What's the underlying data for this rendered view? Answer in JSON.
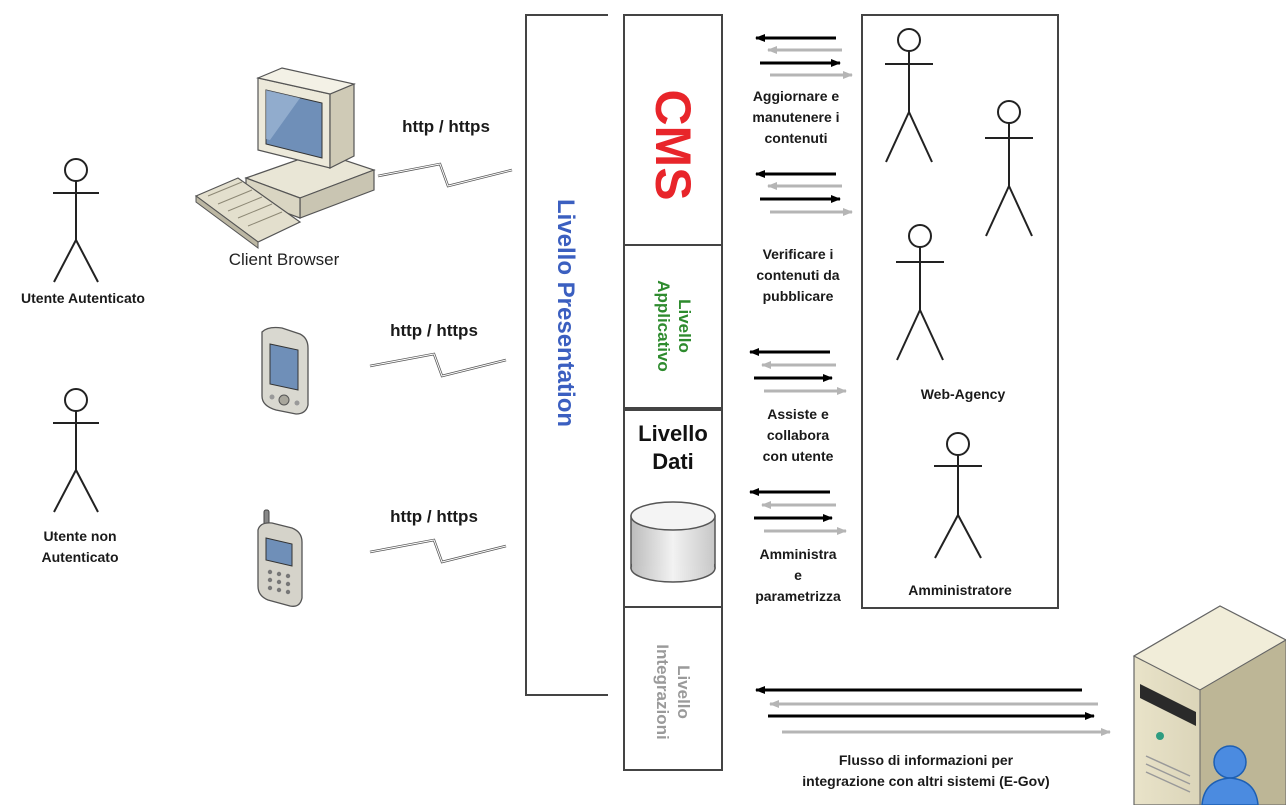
{
  "actors": {
    "auth_user": "Utente Autenticato",
    "anon_user_line1": "Utente non",
    "anon_user_line2": "Autenticato",
    "web_agency": "Web-Agency",
    "admin": "Amministratore"
  },
  "client": {
    "browser_label": "Client Browser",
    "protocol": "http / https"
  },
  "layers": {
    "presentation": "Livello Presentation",
    "cms": "CMS",
    "applicativo_line1": "Livello",
    "applicativo_line2": "Applicativo",
    "dati_line1": "Livello",
    "dati_line2": "Dati",
    "integrazioni_line1": "Livello",
    "integrazioni_line2": "Integrazioni"
  },
  "activities": {
    "a1": [
      "Aggiornare e",
      "manutenere i",
      "contenuti"
    ],
    "a2": [
      "Verificare i",
      "contenuti da",
      "pubblicare"
    ],
    "a3": [
      "Assiste e",
      "collabora",
      "con utente"
    ],
    "a4": [
      "Amministra",
      "e",
      "parametrizza"
    ]
  },
  "integration_flow": [
    "Flusso di informazioni per",
    "integrazione con altri sistemi (E-Gov)"
  ],
  "colors": {
    "cms": "#e8252a",
    "applicativo": "#2e8b2e",
    "presentation": "#3b5fc0",
    "integrazioni": "#9a9a9a",
    "arrow_dark": "#000000",
    "arrow_light": "#b5b5b5"
  }
}
